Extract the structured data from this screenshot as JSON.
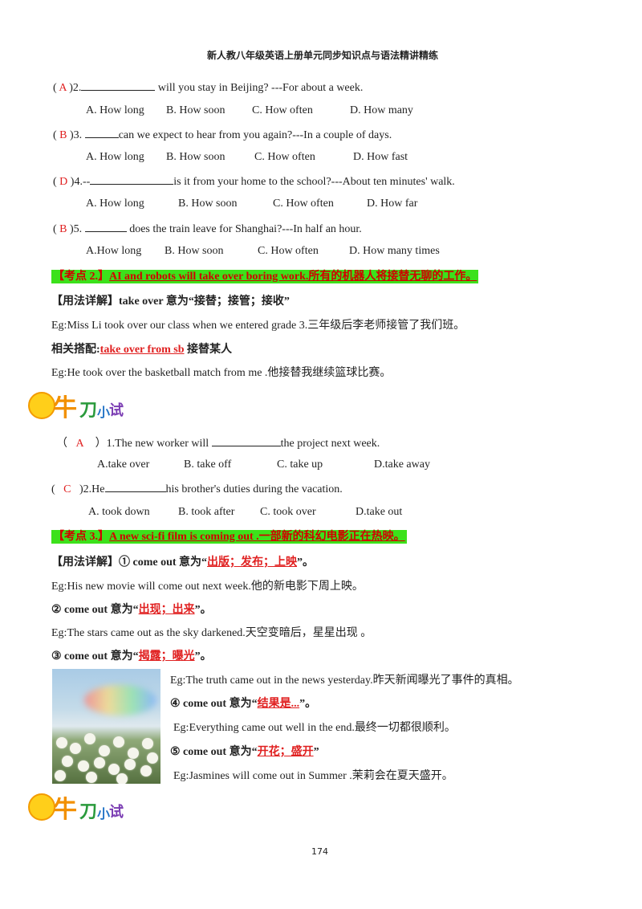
{
  "header": {
    "title": "新人教八年级英语上册单元同步知识点与语法精讲精练"
  },
  "q2": {
    "ans": "A",
    "num": ")2.",
    "text": " will you stay in Beijing?  ---For about a week.",
    "opts": [
      "A. How long",
      "B. How soon",
      "C. How often",
      "D. How many"
    ]
  },
  "q3": {
    "ans": "B",
    "num": ")3. ",
    "text": "can we expect to hear from you again?---In a couple of days.",
    "opts": [
      "A. How long",
      "B. How soon",
      "C. How often",
      "D. How fast"
    ]
  },
  "q4": {
    "ans": "D",
    "num": ")4.--",
    "text": "is it from your home to the school?---About ten minutes' walk.",
    "opts": [
      "A. How long",
      "B. How soon",
      "C. How often",
      "D. How far"
    ]
  },
  "q5": {
    "ans": "B",
    "num": ")5. ",
    "text": " does the train leave for Shanghai?---In half an hour.",
    "opts": [
      "A.How long",
      "B. How soon",
      "C. How often",
      "D. How many times"
    ]
  },
  "kd2": {
    "label": "【考点 2.】",
    "text": "AI  and  robots  will  take  over  boring  work.所有的机器人将接替无聊的工作。"
  },
  "usage2": {
    "label": "【用法详解】take over 意为“接替；接管；接收”"
  },
  "eg2a": "Eg:Miss Li took over our class when we entered grade 3.三年级后李老师接管了我们班。",
  "coll2": {
    "label": "相关搭配:",
    "phrase": "take over from sb",
    "meaning": " 接替某人"
  },
  "eg2b": "Eg:He took over the basketball match from me .他接替我继续篮球比赛。",
  "logo": {
    "c1": "牛",
    "c2": "刀",
    "c3": "小",
    "c4": "试"
  },
  "p1": {
    "open": "（",
    "ans": "A",
    "close": "）1.The new worker will ",
    "text": "the project next week.",
    "opts": [
      "A.take over",
      "B. take off",
      "C. take up",
      "D.take  away"
    ]
  },
  "p2": {
    "open": "(",
    "ans": "C",
    "close": ")2.He",
    "text": "his brother's duties during the vacation.",
    "opts": [
      "A. took down",
      "B. took after",
      "C. took over",
      "D.take  out"
    ]
  },
  "kd3": {
    "label": "【考点 3.】",
    "text": "A  new  sci-fi  film  is  coming  out  .一部新的科幻电影正在热映。"
  },
  "u1": {
    "pre": "【用法详解】① come  out 意为“",
    "red": "出版；发布；上映",
    "post": "”。"
  },
  "eg3a": "Eg:His new movie  will come out next week.他的新电影下周上映。",
  "u2": {
    "pre": "② come out 意为“",
    "red": "出现；出来",
    "post": "”。"
  },
  "eg3b": "Eg:The stars came out as the sky  darkened.天空变暗后，星星出现  。",
  "u3": {
    "pre": "③ come out 意为“",
    "red": "揭露；曝光",
    "post": "”。"
  },
  "eg3c": "Eg:The truth came out in the news yesterday.昨天新闻曝光了事件的真相。",
  "u4": {
    "pre": "④ come out 意为“",
    "red": "结果是...",
    "post": "”。"
  },
  "eg3d": "Eg:Everything came out well in the end.最终一切都很顺利。",
  "u5": {
    "pre": "⑤ come out 意为“",
    "red": "开花；盛开",
    "post": "”"
  },
  "eg3e": "Eg:Jasmines  will  come  out  in  Summer  .茉莉会在夏天盛开。",
  "page": "174"
}
